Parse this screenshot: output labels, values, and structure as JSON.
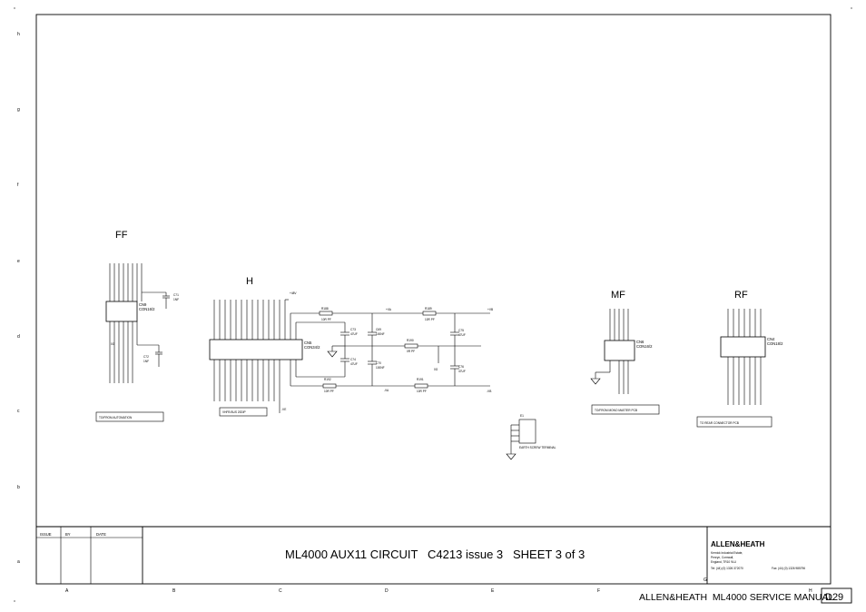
{
  "sheet": {
    "rows": [
      "h",
      "g",
      "f",
      "e",
      "d",
      "c",
      "b",
      "a"
    ],
    "cols": [
      "A",
      "B",
      "C",
      "D",
      "E",
      "F",
      "G",
      "H"
    ]
  },
  "blocks": {
    "ff": {
      "label": "FF",
      "ic_ref": "CN9",
      "ic_part": "CON16/2",
      "c1_ref": "C71",
      "c1_val": "1NF",
      "c2_ref": "C72",
      "c2_val": "1NF",
      "gnd_label": "0G",
      "connector_label": "TO/FROM AUTOMATION"
    },
    "h": {
      "label": "H",
      "ic_ref": "CN5",
      "ic_part": "CON34/2",
      "connector_label": "VHFB BUS 20DIP",
      "rail_label": "+48V",
      "rail_label2": "-VE",
      "r1_ref": "R189",
      "r1_val": "10R PF",
      "r2_ref": "R188",
      "r2_val": "10R PF",
      "r3_ref": "R192",
      "r3_val": "10R PF",
      "r4_ref": "R191",
      "r4_val": "10R PF",
      "r5_ref": "R190",
      "r5_val": "0R PF",
      "c1_ref": "C73",
      "c1_val": "47UF",
      "c2_ref": "C74",
      "c2_val": "47UF",
      "c3_ref": "C69",
      "c3_val": "100NF",
      "c4_ref": "C70",
      "c4_val": "100NF",
      "c5_ref": "C75",
      "c5_val": "47UF",
      "c6_ref": "C76",
      "c6_val": "47UF",
      "net1": "+VA",
      "net2": "-VA",
      "net3": "+VB",
      "net4": "-VB",
      "gnd_label": "0G"
    },
    "mf": {
      "label": "MF",
      "ic_ref": "CN6",
      "ic_part": "CON16/2",
      "connector_label": "TO/FROM MONO MASTER PCB"
    },
    "rf": {
      "label": "RF",
      "ic_ref": "CN4",
      "ic_part": "CON18/2",
      "connector_label": "TO REAR CONNECTOR PCB"
    },
    "e1": {
      "ref": "E1",
      "label": "EARTH SCREW TERMINAL"
    }
  },
  "title_block": {
    "issue_header": "ISSUE",
    "by_header": "BY",
    "date_header": "DATE",
    "title": "ML4000 AUX11 CIRCUIT   C4213 issue 3   SHEET 3 of 3",
    "brand": "ALLEN&HEATH",
    "address_line1": "Kernick Industrial Estate,",
    "address_line2": "Penryn, Cornwall,",
    "address_line3": "England, TR10 9LU",
    "tel": "Tel: (44) (0) 1326 372070",
    "fax": "Fax: (44) (0) 1326 985796"
  },
  "footer": {
    "manual": "ALLEN&HEATH  ML4000 SERVICE MANUAL",
    "page": "D29"
  }
}
